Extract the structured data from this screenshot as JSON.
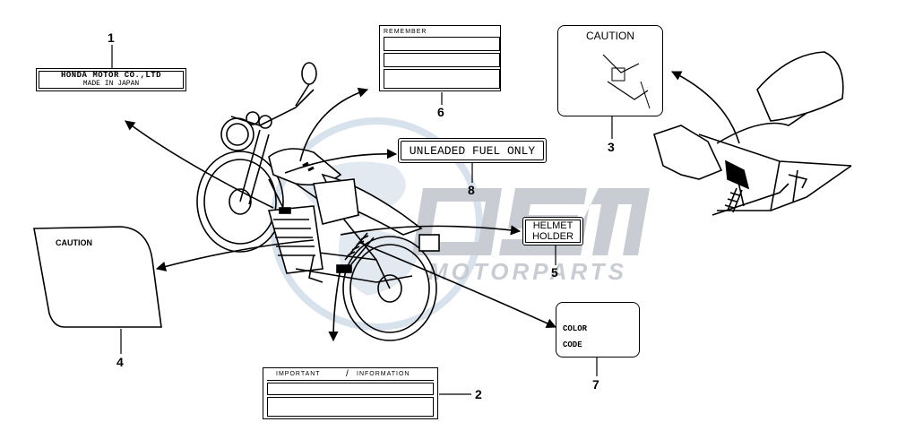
{
  "watermark": {
    "brand": "OSM",
    "tagline": "MOTORPARTS",
    "color": "#c9ccd3",
    "globe_color": "#d8e2ec"
  },
  "labels": {
    "l1": {
      "callout": "1",
      "line1": "HONDA MOTOR CO.,LTD",
      "line2": "MADE IN JAPAN"
    },
    "l2": {
      "callout": "2",
      "left": "IMPORTANT",
      "right": "INFORMATION"
    },
    "l3": {
      "callout": "3",
      "title": "CAUTION"
    },
    "l4": {
      "callout": "4",
      "title": "CAUTION"
    },
    "l5": {
      "callout": "5",
      "line1": "HELMET",
      "line2": "HOLDER"
    },
    "l6": {
      "callout": "6",
      "title": "REMEMBER"
    },
    "l7": {
      "callout": "7",
      "line1": "COLOR",
      "line2": "CODE"
    },
    "l8": {
      "callout": "8",
      "text": "UNLEADED FUEL ONLY"
    }
  }
}
